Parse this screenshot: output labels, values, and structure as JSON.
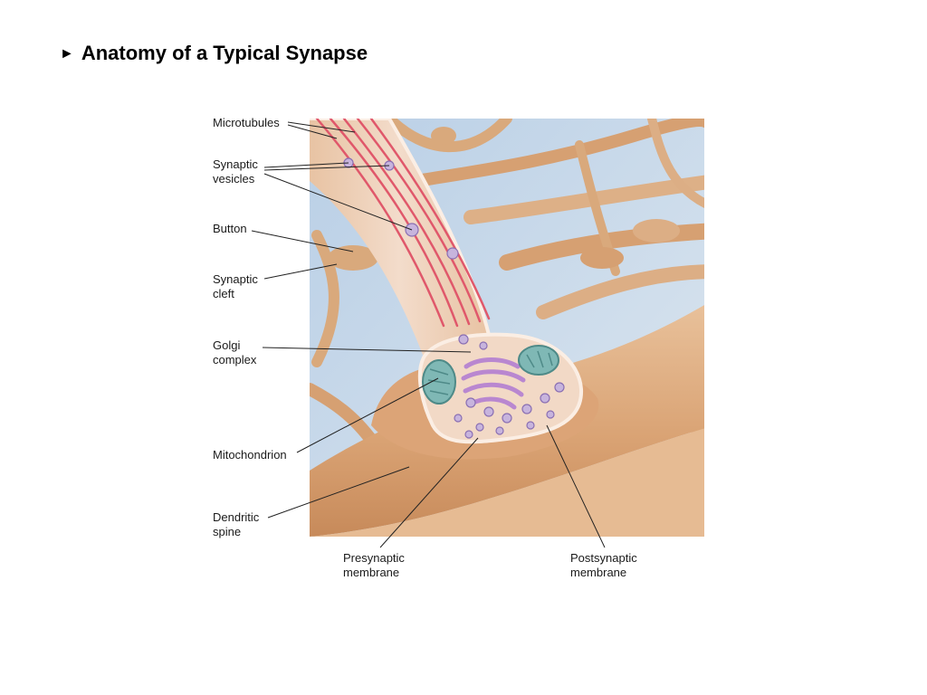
{
  "slide": {
    "bullet": "►",
    "title": "Anatomy of a Typical Synapse"
  },
  "labels": {
    "microtubules": "Microtubules",
    "synaptic_vesicles": [
      "Synaptic",
      "vesicles"
    ],
    "button": "Button",
    "synaptic_cleft": [
      "Synaptic",
      "cleft"
    ],
    "golgi_complex": [
      "Golgi",
      "complex"
    ],
    "mitochondrion": "Mitochondrion",
    "dendritic_spine": [
      "Dendritic",
      "spine"
    ],
    "presynaptic_membrane": [
      "Presynaptic",
      "membrane"
    ],
    "postsynaptic_membrane": [
      "Postsynaptic",
      "membrane"
    ]
  },
  "colors": {
    "background_fluid": "#c9d9ea",
    "neuron_tissue": "#e2b48b",
    "neuron_shadow": "#c98e5f",
    "axon_interior": "#f1d6c2",
    "microtubule": "#e0586b",
    "vesicle": "#9b7bbf",
    "golgi": "#b987d0",
    "mitochondrion": "#7fb8b5"
  }
}
